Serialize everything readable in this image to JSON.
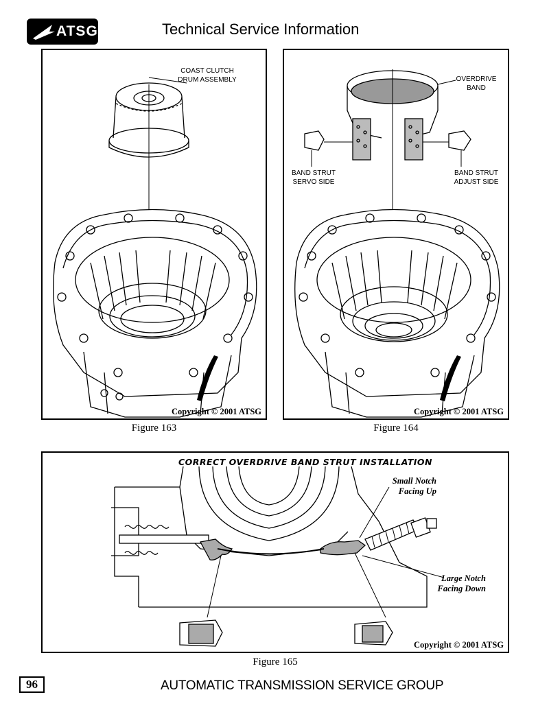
{
  "header": {
    "logo_text": "ATSG",
    "title": "Technical Service Information"
  },
  "figure163": {
    "label_line1": "COAST CLUTCH",
    "label_line2": "DRUM ASSEMBLY",
    "copyright": "Copyright © 2001 ATSG",
    "caption": "Figure 163"
  },
  "figure164": {
    "overdrive_line1": "OVERDRIVE",
    "overdrive_line2": "BAND",
    "servo_line1": "BAND STRUT",
    "servo_line2": "SERVO SIDE",
    "adjust_line1": "BAND STRUT",
    "adjust_line2": "ADJUST SIDE",
    "copyright": "Copyright © 2001 ATSG",
    "caption": "Figure 164"
  },
  "figure165": {
    "banner": "CORRECT OVERDRIVE BAND STRUT INSTALLATION",
    "small_notch_line1": "Small Notch",
    "small_notch_line2": "Facing Up",
    "large_notch_line1": "Large Notch",
    "large_notch_line2": "Facing Down",
    "copyright": "Copyright © 2001 ATSG",
    "caption": "Figure 165"
  },
  "footer": {
    "page_number": "96",
    "org_name": "AUTOMATIC TRANSMISSION SERVICE GROUP"
  }
}
